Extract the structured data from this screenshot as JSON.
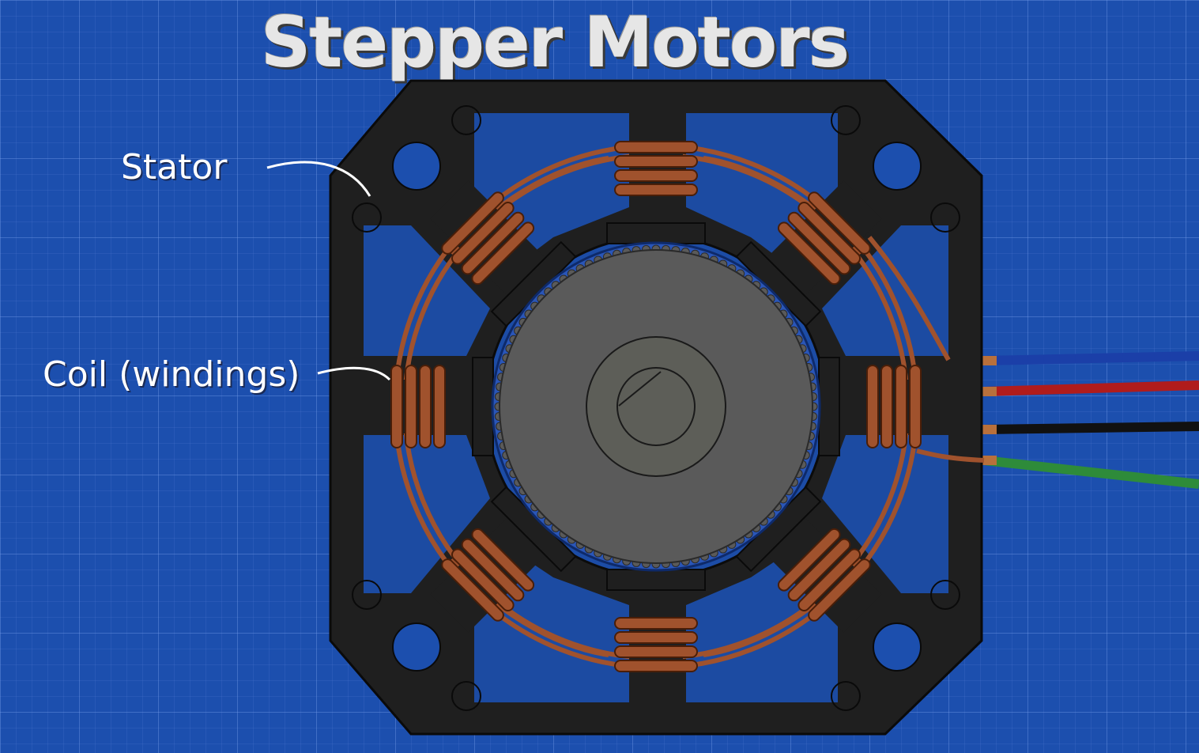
{
  "title": "Stepper Motors",
  "labels": {
    "stator": "Stator",
    "coil": "Coil (windings)"
  },
  "colors": {
    "background": "#1c4fae",
    "stator": "#1f1f1f",
    "rotor": "#5a5a5a",
    "rotor_ring": "#1d4ab0",
    "copper": "#a0522d",
    "wire_blue": "#1b3fa8",
    "wire_red": "#b01c1c",
    "wire_black": "#111111",
    "wire_green": "#2e8b3a"
  },
  "rotor_teeth": 100,
  "stator_poles": 8,
  "lead_wires": [
    "wire_blue",
    "wire_red",
    "wire_black",
    "wire_green"
  ]
}
